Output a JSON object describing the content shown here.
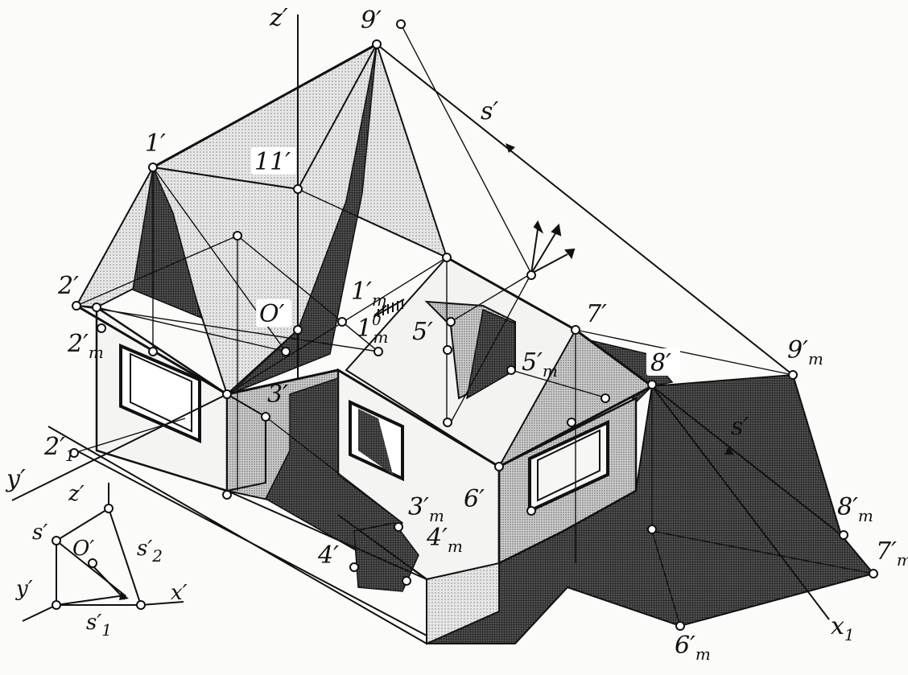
{
  "diagram": {
    "labels": {
      "p1": {
        "main": "1",
        "prime": "′"
      },
      "p2": {
        "main": "2",
        "prime": "′"
      },
      "p2t": {
        "main": "2",
        "prime": "′",
        "sub": "т"
      },
      "p21": {
        "main": "2",
        "prime": "′",
        "sub": "1"
      },
      "p3": {
        "main": "3",
        "prime": "′"
      },
      "p3t": {
        "main": "3",
        "prime": "′",
        "sub": "т"
      },
      "p4": {
        "main": "4",
        "prime": "′"
      },
      "p4t": {
        "main": "4",
        "prime": "′",
        "sub": "т"
      },
      "p5": {
        "main": "5",
        "prime": "′"
      },
      "p5t": {
        "main": "5",
        "prime": "′",
        "sub": "т"
      },
      "p6": {
        "main": "6",
        "prime": "′"
      },
      "p6t": {
        "main": "6",
        "prime": "′",
        "sub": "т"
      },
      "p7": {
        "main": "7",
        "prime": "′"
      },
      "p7t": {
        "main": "7",
        "prime": "′",
        "sub": "т"
      },
      "p8": {
        "main": "8",
        "prime": "′"
      },
      "p8t": {
        "main": "8",
        "prime": "′",
        "sub": "т"
      },
      "p9": {
        "main": "9",
        "prime": "′"
      },
      "p9t": {
        "main": "9",
        "prime": "′",
        "sub": "т"
      },
      "p11": {
        "main": "11",
        "prime": "′"
      },
      "p1t": {
        "main": "1",
        "prime": "′",
        "sub": "т"
      },
      "p1t0": {
        "main": "1",
        "sup": "0",
        "sub": "т"
      },
      "o": {
        "main": "O",
        "prime": "′"
      },
      "z": {
        "main": "z",
        "prime": "′"
      },
      "y": {
        "main": "y",
        "prime": "′"
      },
      "s_main": {
        "main": "s",
        "prime": "′"
      },
      "s_lower": {
        "main": "s",
        "prime": "′"
      },
      "x1": {
        "main": "x",
        "sub": "1"
      }
    },
    "inset": {
      "z": {
        "main": "z",
        "prime": "′"
      },
      "s": {
        "main": "s",
        "prime": "′"
      },
      "o": {
        "main": "O",
        "prime": "′"
      },
      "s2": {
        "main": "s",
        "prime": "′",
        "sub": "2"
      },
      "y": {
        "main": "y",
        "prime": "′"
      },
      "x": {
        "main": "x",
        "prime": "′"
      },
      "s1": {
        "main": "s",
        "prime": "′",
        "sub": "1"
      }
    },
    "colors": {
      "ink": "#111111",
      "light_tone": "#d9d9d9",
      "mid_tone": "#bdbdbd",
      "dark_tone": "#3a3a3a",
      "paper": "#fbfbf9"
    }
  }
}
